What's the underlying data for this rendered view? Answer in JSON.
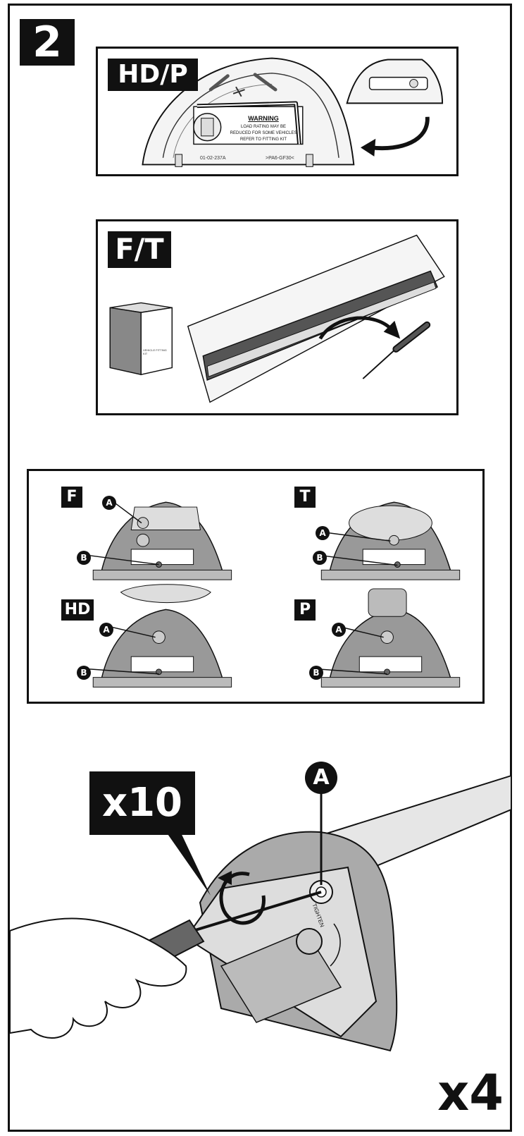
{
  "step": {
    "number": "2"
  },
  "panel_hdp": {
    "tag": "HD/P",
    "warning_title": "WARNING",
    "warning_line1": "LOAD RATING MAY BE",
    "warning_line2": "REDUCED FOR SOME VEHICLES",
    "warning_line3": "REFER TO FITTING KIT",
    "part_number": "01-02-237A",
    "material_code": ">PA6-GF30<"
  },
  "panel_ft": {
    "tag": "F/T",
    "box_text": "VEHICLE FITTING KIT"
  },
  "panel_variants": {
    "variants": [
      {
        "tag": "F",
        "callout_a": "A",
        "callout_b": "B"
      },
      {
        "tag": "T",
        "callout_a": "A",
        "callout_b": "B"
      },
      {
        "tag": "HD",
        "callout_a": "A",
        "callout_b": "B"
      },
      {
        "tag": "P",
        "callout_a": "A",
        "callout_b": "B"
      }
    ]
  },
  "main_illustration": {
    "callout": "A",
    "turns_label": "x10",
    "tighten_label": "TIGHTEN"
  },
  "footer": {
    "repeat_label": "x4"
  }
}
